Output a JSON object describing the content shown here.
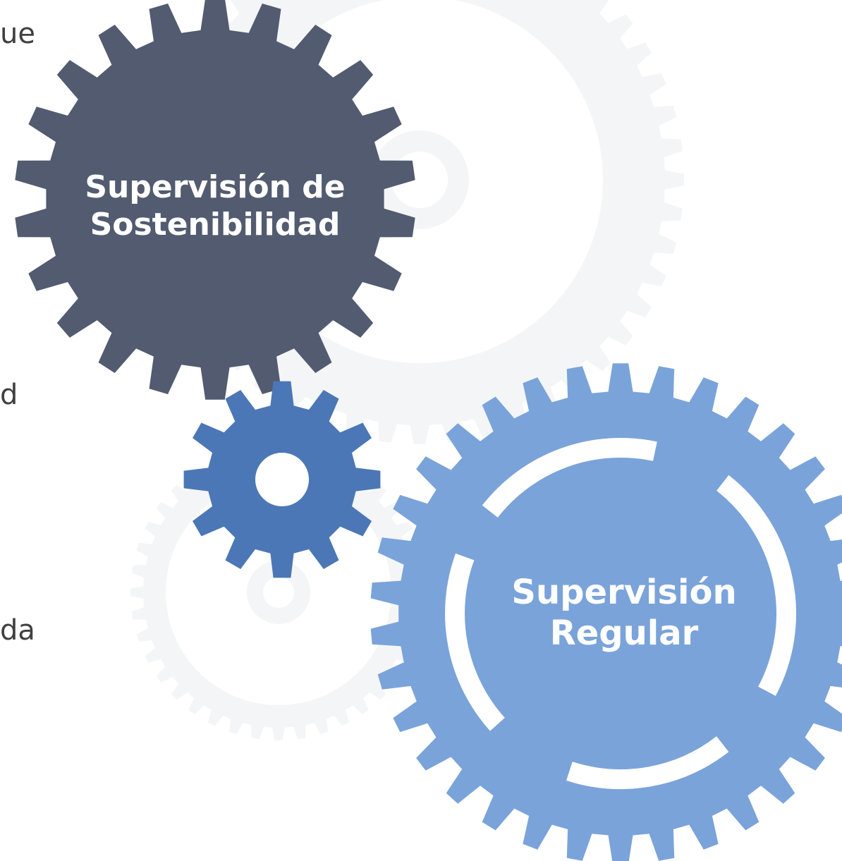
{
  "text_fragments": [
    {
      "text": "ue"
    },
    {
      "text": "d"
    },
    {
      "text": "da"
    }
  ],
  "gears": {
    "sustainability": {
      "line1": "Supervisión de",
      "line2": "Sostenibilidad",
      "color": "#525B70"
    },
    "regular": {
      "line1": "Supervisión",
      "line2": "Regular",
      "color": "#7AA3DA"
    },
    "connector": {
      "color": "#4B77B6"
    },
    "background_color": "#F4F5F6"
  }
}
